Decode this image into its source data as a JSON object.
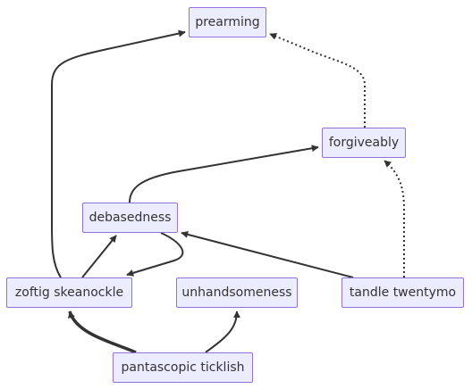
{
  "diagram": {
    "type": "flowchart",
    "nodes": [
      {
        "id": "prearming",
        "label": "prearming"
      },
      {
        "id": "forgiveably",
        "label": "forgiveably"
      },
      {
        "id": "debasedness",
        "label": "debasedness"
      },
      {
        "id": "zoftig",
        "label": "zoftig skeanockle"
      },
      {
        "id": "unhandsomeness",
        "label": "unhandsomeness"
      },
      {
        "id": "tandle",
        "label": "tandle twentymo"
      },
      {
        "id": "pantascopic",
        "label": "pantascopic ticklish"
      }
    ],
    "edges": [
      {
        "from": "zoftig",
        "to": "prearming",
        "style": "solid"
      },
      {
        "from": "forgiveably",
        "to": "prearming",
        "style": "dotted"
      },
      {
        "from": "debasedness",
        "to": "forgiveably",
        "style": "solid"
      },
      {
        "from": "tandle",
        "to": "forgiveably",
        "style": "dotted"
      },
      {
        "from": "zoftig",
        "to": "debasedness",
        "style": "solid"
      },
      {
        "from": "debasedness",
        "to": "zoftig",
        "style": "solid"
      },
      {
        "from": "tandle",
        "to": "debasedness",
        "style": "solid"
      },
      {
        "from": "pantascopic",
        "to": "zoftig",
        "style": "thick"
      },
      {
        "from": "pantascopic",
        "to": "unhandsomeness",
        "style": "solid"
      }
    ],
    "colors": {
      "node_fill": "#ececff",
      "node_border": "#9370db",
      "edge": "#333333",
      "text": "#333333"
    }
  }
}
